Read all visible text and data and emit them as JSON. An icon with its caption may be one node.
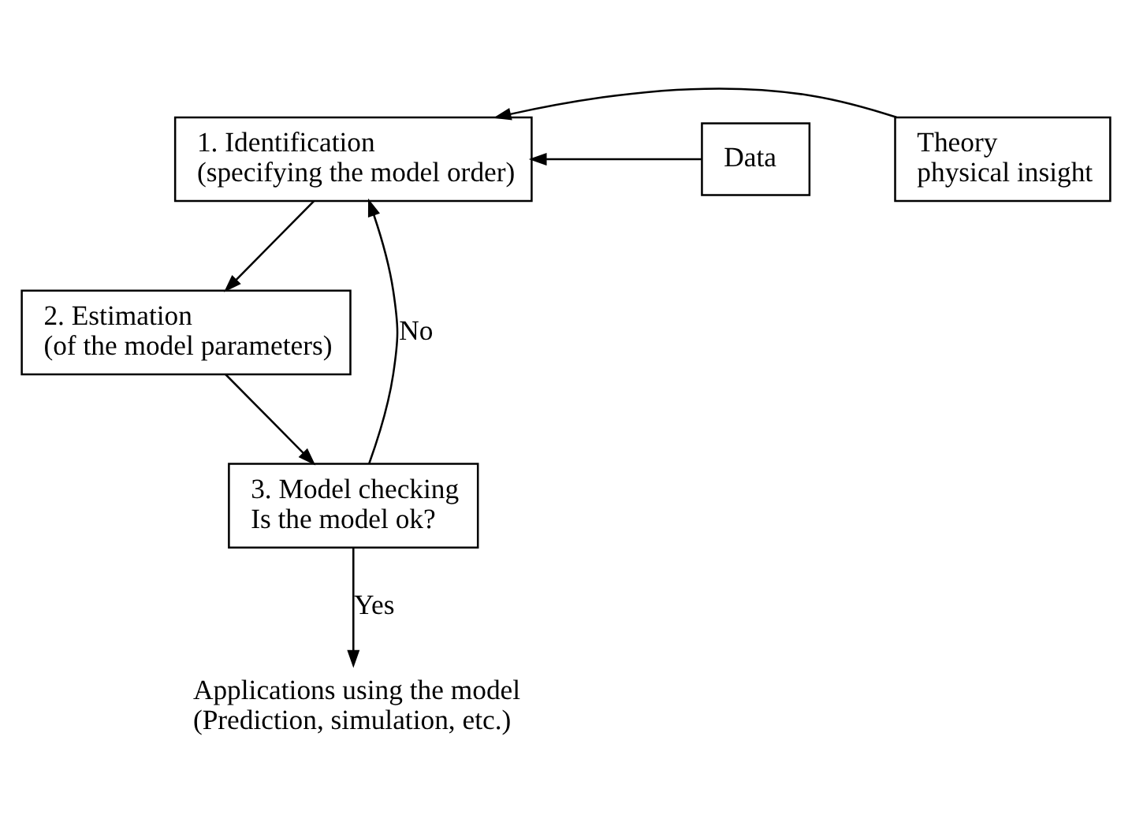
{
  "diagram": {
    "nodes": [
      {
        "text": [
          "1. Identification",
          "(specifying the model order)"
        ]
      },
      {
        "text": [
          "Data"
        ]
      },
      {
        "text": [
          "Theory physical insight"
        ]
      },
      {
        "text": [
          "2. Estimation",
          "(of the model parameters)"
        ]
      },
      {
        "text": [
          "3. Model checking",
          "Is the model ok?"
        ]
      },
      {
        "text": [
          "Applications using the model (Prediction, simulation, etc.)"
        ]
      }
    ],
    "edges": [
      {
        "from": 1,
        "to": 0,
        "arrow": "to"
      },
      {
        "from": 2,
        "to": 0,
        "arrow": "to"
      },
      {
        "from": 0,
        "to": 3,
        "arrow": "to"
      },
      {
        "from": 3,
        "to": 4,
        "arrow": "to"
      },
      {
        "from": 4,
        "to": 0,
        "arrow": "to",
        "label": "No"
      },
      {
        "from": 4,
        "to": 5,
        "arrow": "to",
        "label": "Yes"
      }
    ]
  }
}
